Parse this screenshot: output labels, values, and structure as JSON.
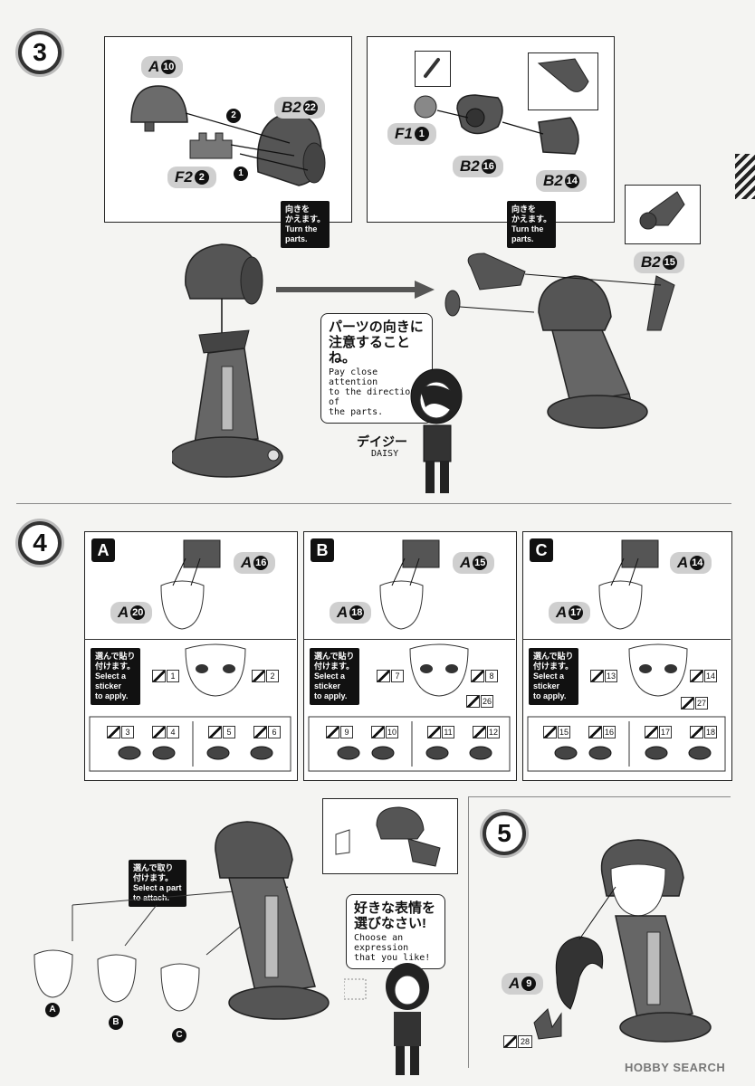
{
  "step3": {
    "number": "3",
    "left_parts": {
      "a": "A",
      "a_num": "10",
      "b2": "B2",
      "b2_num": "22",
      "f2": "F2",
      "f2_num": "2",
      "order1": "1",
      "order2": "2"
    },
    "right_parts": {
      "f1": "F1",
      "f1_num": "1",
      "b2a": "B2",
      "b2a_num": "16",
      "b2b": "B2",
      "b2b_num": "14"
    },
    "turn_bubble_left": "向きを\nかえます。\nTurn the\nparts.",
    "turn_bubble_right": "向きを\nかえます。\nTurn the\nparts.",
    "side_part": {
      "label": "B2",
      "num": "15"
    },
    "speech": {
      "jp": "パーツの向きに\n注意することね。",
      "en": "Pay close attention\nto the direction of\nthe parts."
    },
    "character": {
      "jp": "デイジー",
      "en": "DAISY"
    }
  },
  "step4": {
    "number": "4",
    "panels": [
      {
        "tag": "A",
        "part_top": "A",
        "part_top_num": "16",
        "part_face": "A",
        "part_face_num": "20",
        "bubble": "選んで貼り\n付けます。\nSelect a\nsticker\nto apply.",
        "stickers_face": [
          "1",
          "2"
        ],
        "stickers_extra": "",
        "eyes": [
          "3",
          "4",
          "5",
          "6"
        ]
      },
      {
        "tag": "B",
        "part_top": "A",
        "part_top_num": "15",
        "part_face": "A",
        "part_face_num": "18",
        "bubble": "選んで貼り\n付けます。\nSelect a\nsticker\nto apply.",
        "stickers_face": [
          "7",
          "8"
        ],
        "stickers_extra": "26",
        "eyes": [
          "9",
          "10",
          "11",
          "12"
        ]
      },
      {
        "tag": "C",
        "part_top": "A",
        "part_top_num": "14",
        "part_face": "A",
        "part_face_num": "17",
        "bubble": "選んで貼り\n付けます。\nSelect a\nsticker\nto apply.",
        "stickers_face": [
          "13",
          "14"
        ],
        "stickers_extra": "27",
        "eyes": [
          "15",
          "16",
          "17",
          "18"
        ]
      }
    ],
    "attach_bubble": "選んで取り\n付けます。\nSelect a part\nto attach.",
    "options": [
      "A",
      "B",
      "C"
    ],
    "speech": {
      "jp": "好きな表情を\n選びなさい!",
      "en": "Choose an expression\nthat you like!"
    }
  },
  "step5": {
    "number": "5",
    "part": "A",
    "part_num": "9",
    "sticker": "28"
  },
  "watermark": "HOBBY SEARCH"
}
